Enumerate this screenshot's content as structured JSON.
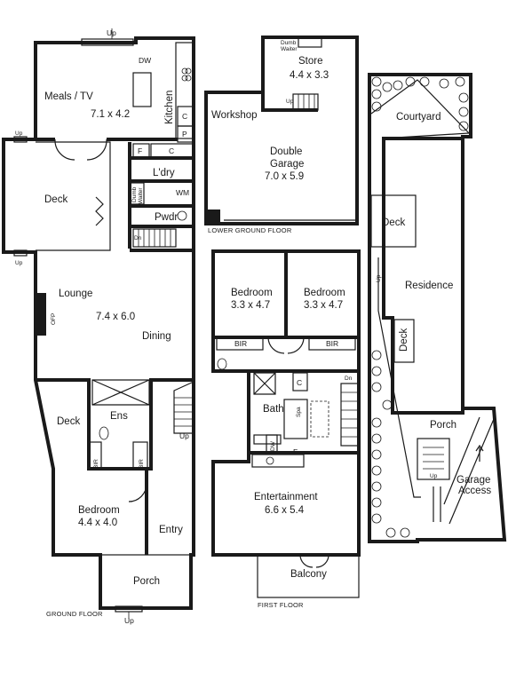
{
  "ground_floor": {
    "title": "GROUND FLOOR",
    "meals": {
      "name": "Meals / TV",
      "dims": "7.1 x 4.2"
    },
    "kitchen": "Kitchen",
    "dw": "DW",
    "deck": "Deck",
    "laundry": "L'dry",
    "wm": "WM",
    "dumb_waiter": [
      "Dumb",
      "Waiter"
    ],
    "powder": "Pwdr",
    "lounge": "Lounge",
    "lounge_dims": "7.4 x 6.0",
    "ofp": "OFP",
    "dining": "Dining",
    "ens": "Ens",
    "bir": "BIR",
    "bedroom": {
      "name": "Bedroom",
      "dims": "4.4 x 4.0"
    },
    "entry": "Entry",
    "porch": "Porch",
    "up": "Up",
    "dn": "Dn",
    "c": "C",
    "p": "P",
    "f": "F"
  },
  "lower_ground_floor": {
    "title": "LOWER GROUND FLOOR",
    "store": {
      "name": "Store",
      "dims": "4.4 x 3.3"
    },
    "dumb_waiter": [
      "Dumb",
      "Waiter"
    ],
    "up": "Up",
    "workshop": "Workshop",
    "garage": {
      "name": [
        "Double",
        "Garage"
      ],
      "dims": "7.0 x 5.9"
    }
  },
  "first_floor": {
    "title": "FIRST FLOOR",
    "bedroom1": {
      "name": "Bedroom",
      "dims": "3.3 x 4.7"
    },
    "bedroom2": {
      "name": "Bedroom",
      "dims": "3.3 x 4.7"
    },
    "bir": "BIR",
    "bath": "Bath",
    "spa": "Spa",
    "c": "C",
    "dn": "Dn",
    "dw": "DW",
    "f": "F",
    "entertainment": {
      "name": "Entertainment",
      "dims": "6.6 x 5.4"
    },
    "balcony": "Balcony"
  },
  "site_plan": {
    "courtyard": "Courtyard",
    "deck": "Deck",
    "deck2": "Deck",
    "up": "Up",
    "residence": "Residence",
    "porch": "Porch",
    "garage_access": [
      "Garage",
      "Access"
    ]
  }
}
